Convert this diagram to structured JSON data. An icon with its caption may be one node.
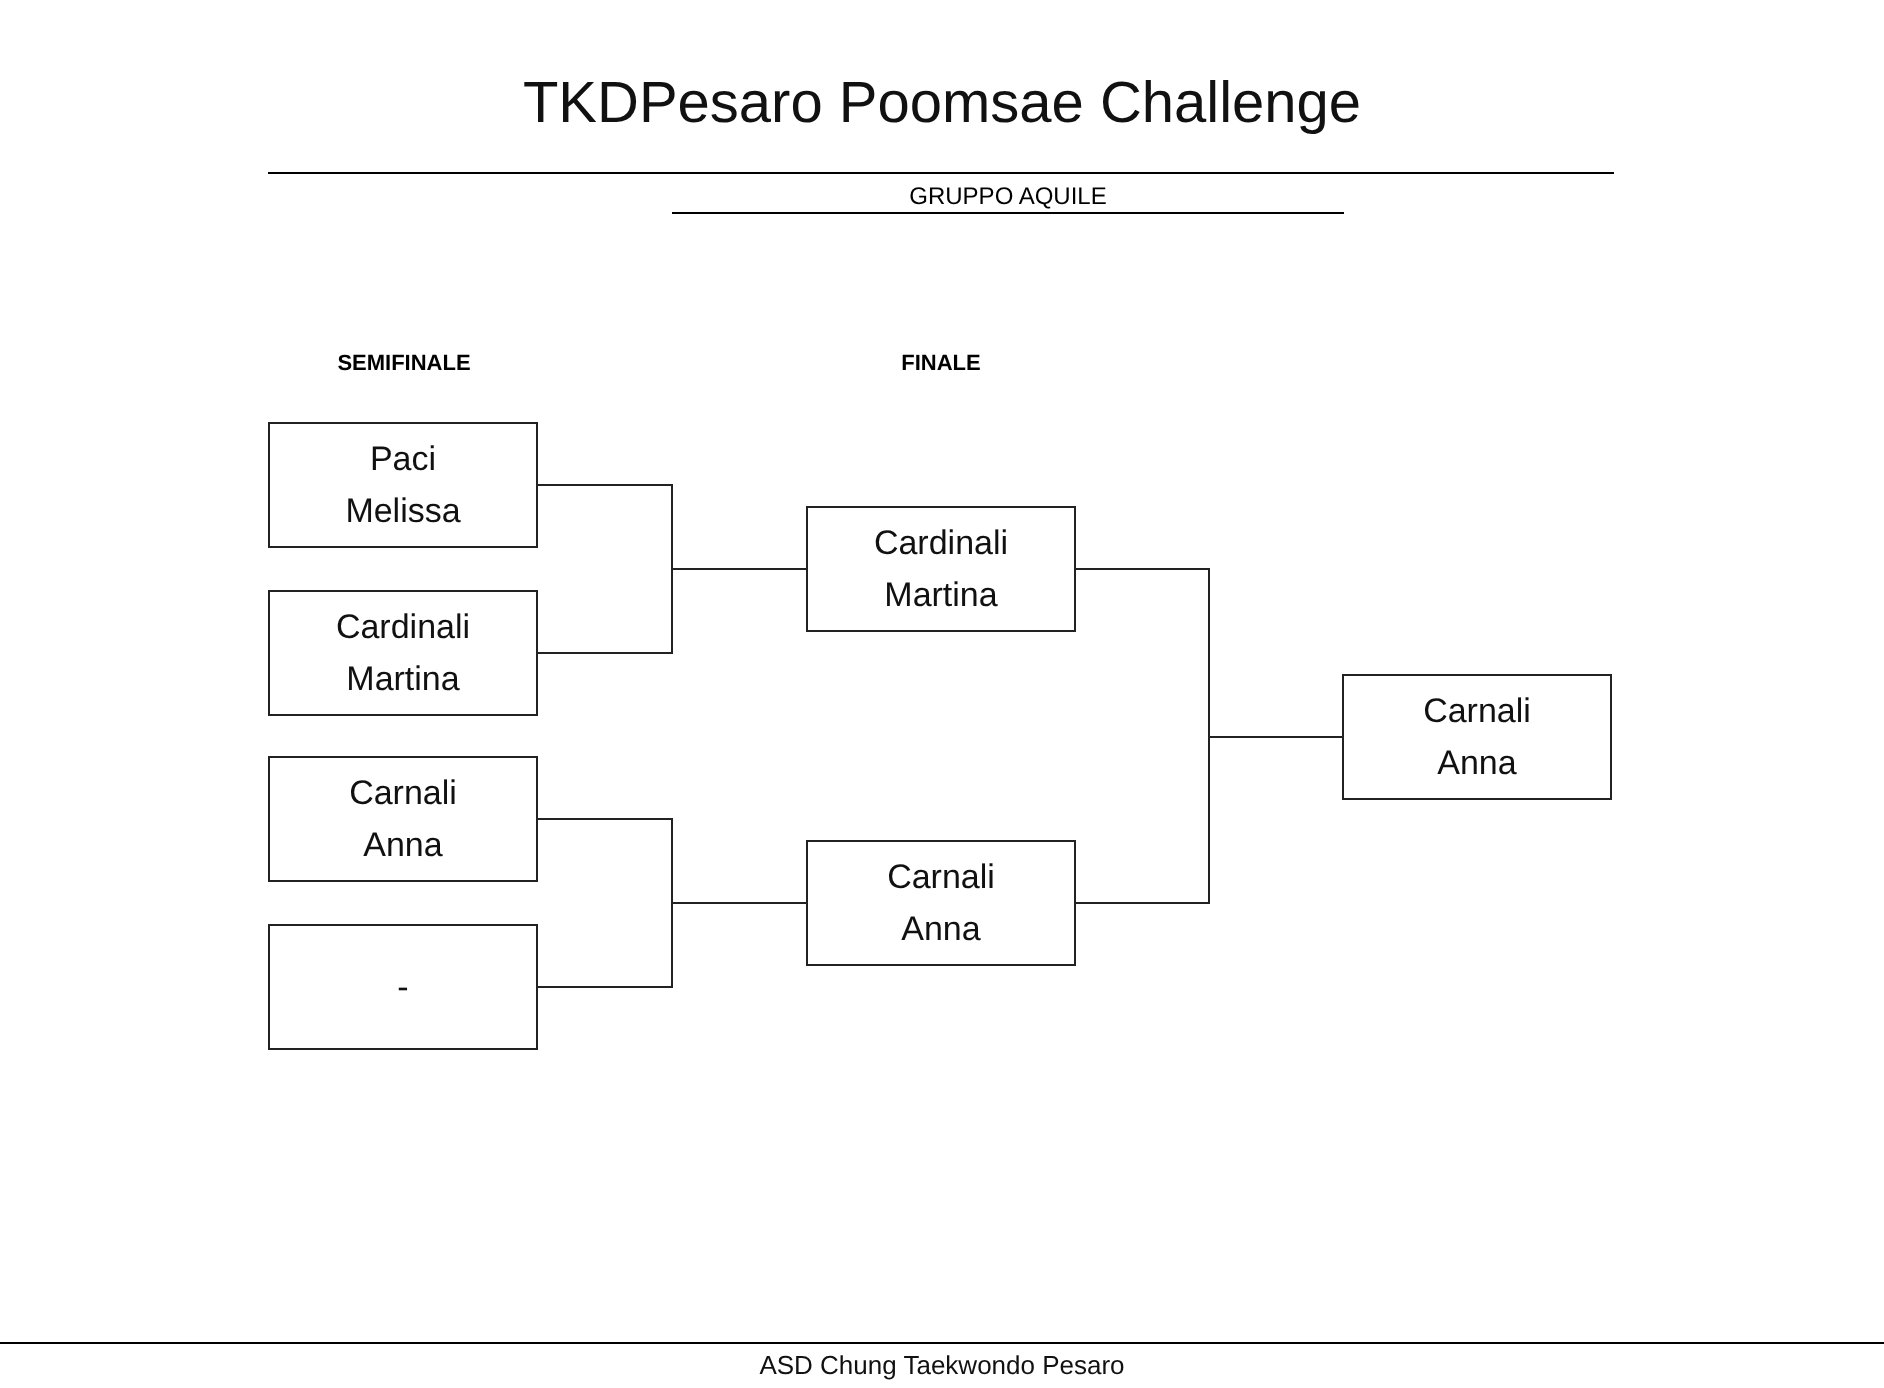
{
  "diagram": {
    "title": "TKDPesaro Poomsae Challenge",
    "caption": "ASD Chung Taekwondo Pesaro",
    "nodes": [
      {
        "text": [
          "Paci Melissa"
        ]
      },
      {
        "text": [
          "Cardinali Martina"
        ]
      },
      {
        "text": [
          "Carnali Anna"
        ]
      },
      {
        "text": [
          "-"
        ]
      },
      {
        "text": [
          "Cardinali Martina"
        ]
      },
      {
        "text": [
          "Carnali Anna"
        ]
      },
      {
        "text": [
          "Carnali Anna"
        ]
      }
    ],
    "edges": [
      {
        "from": 0,
        "to": 4,
        "arrow": "none"
      },
      {
        "from": 1,
        "to": 4,
        "arrow": "none"
      },
      {
        "from": 2,
        "to": 5,
        "arrow": "none"
      },
      {
        "from": 3,
        "to": 5,
        "arrow": "none"
      },
      {
        "from": 4,
        "to": 6,
        "arrow": "none"
      },
      {
        "from": 5,
        "to": 6,
        "arrow": "none"
      }
    ],
    "labels": [
      "GRUPPO AQUILE",
      "SEMIFINALE",
      "FINALE"
    ]
  }
}
